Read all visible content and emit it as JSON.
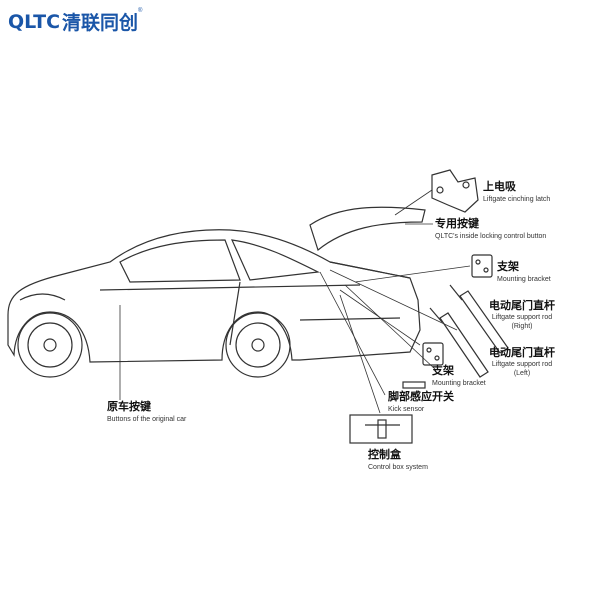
{
  "logo": {
    "brand_en": "QLTC",
    "brand_cn": "清联同创",
    "reg": "®"
  },
  "parts": [
    {
      "cn": "上电吸",
      "en": "Liftgate cinching latch"
    },
    {
      "cn": "专用按键",
      "en": "QLTC's inside locking control button"
    },
    {
      "cn": "支架",
      "en": "Mounting bracket"
    },
    {
      "cn": "电动尾门直杆",
      "en": "Liftgate support rod",
      "side": "(Right)"
    },
    {
      "cn": "电动尾门直杆",
      "en": "Liftgate support rod",
      "side": "(Left)"
    },
    {
      "cn": "支架",
      "en": "Mounting bracket"
    },
    {
      "cn": "脚部感应开关",
      "en": "Kick sensor"
    },
    {
      "cn": "控制盒",
      "en": "Control box system"
    },
    {
      "cn": "原车按键",
      "en": "Buttons of the original car"
    }
  ]
}
